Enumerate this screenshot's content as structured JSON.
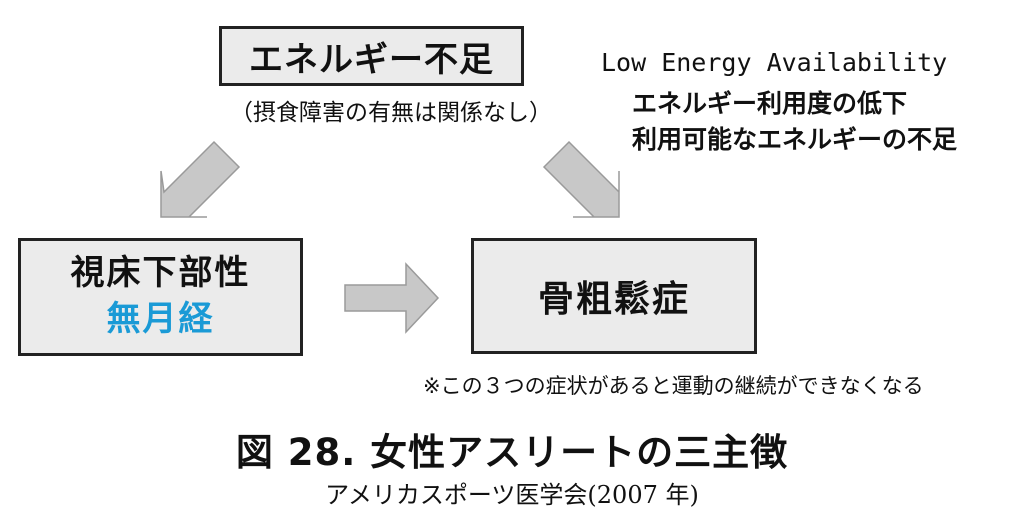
{
  "diagram": {
    "top_box": {
      "label": "エネルギー不足"
    },
    "top_note": "（摂食障害の有無は関係なし）",
    "lea": {
      "title": "Low Energy Availability",
      "line1": "エネルギー利用度の低下",
      "line2": "利用可能なエネルギーの不足"
    },
    "left_box": {
      "line1": "視床下部性",
      "line2": "無月経"
    },
    "right_box": {
      "label": "骨粗鬆症"
    },
    "footnote": "※この３つの症状があると運動の継続ができなくなる"
  },
  "figure": {
    "title": "図 28.  女性アスリートの三主徴",
    "source": "アメリカスポーツ医学会(2007 年)"
  },
  "colors": {
    "box_fill": "#ebebeb",
    "box_border": "#222222",
    "arrow_fill": "#c8c8c8",
    "arrow_stroke": "#9a9a9a",
    "accent_text": "#1a9ad6"
  }
}
